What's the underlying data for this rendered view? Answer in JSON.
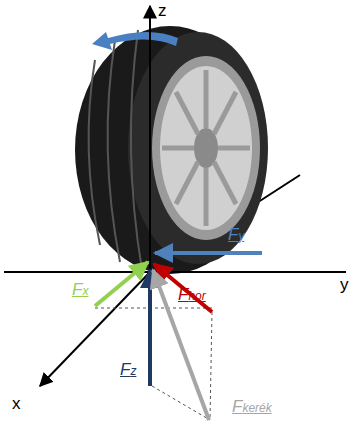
{
  "diagram": {
    "labels": [
      "z",
      "y",
      "x",
      "Fy",
      "Fx",
      "Fhor",
      "Fz",
      "Fkerék"
    ]
  }
}
